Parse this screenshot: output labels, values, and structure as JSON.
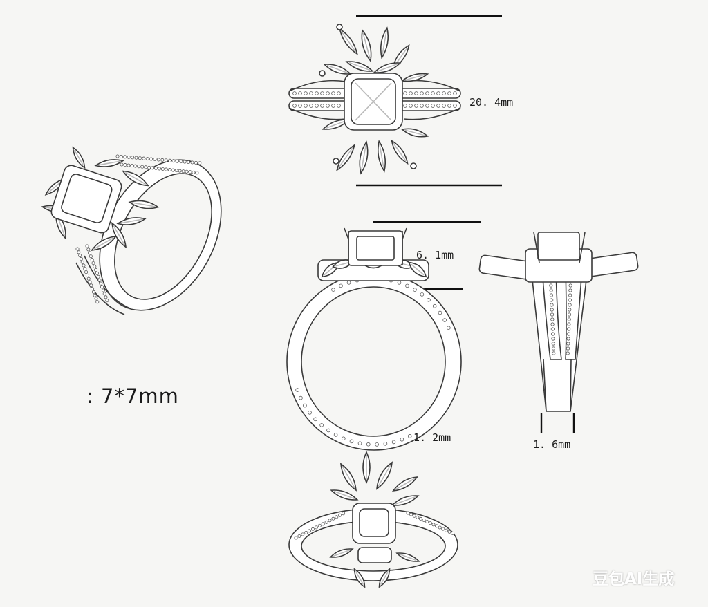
{
  "dimensions": {
    "width": "20. 4mm",
    "height": "6. 1mm",
    "band": "1. 2mm",
    "shank": "1. 6mm",
    "stone": ":  7*7mm"
  },
  "watermark": "豆包AI生成",
  "colors": {
    "line": "#3a3a3a",
    "background": "#f6f6f4",
    "dimension": "#111111"
  }
}
